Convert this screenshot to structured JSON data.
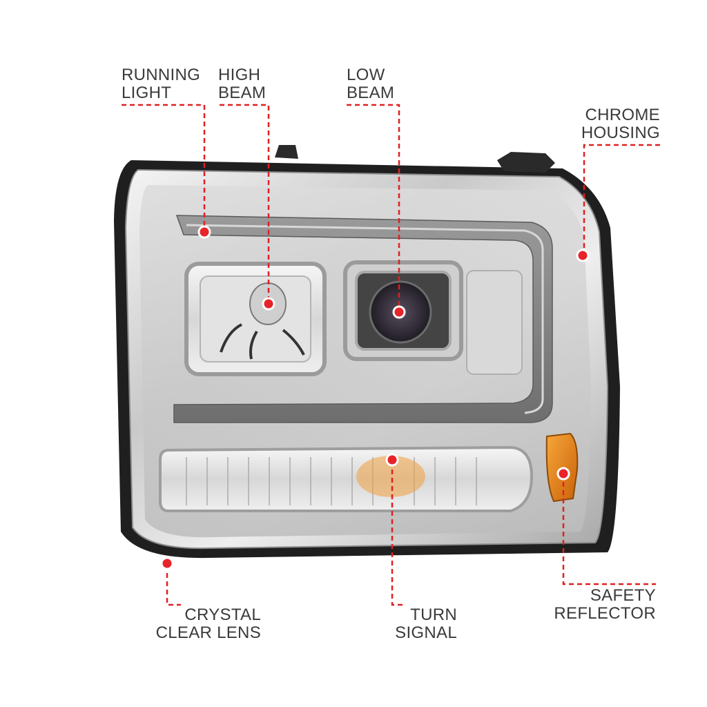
{
  "callouts": {
    "running_light": {
      "line1": "RUNNING",
      "line2": "LIGHT"
    },
    "high_beam": {
      "line1": "HIGH",
      "line2": "BEAM"
    },
    "low_beam": {
      "line1": "LOW",
      "line2": "BEAM"
    },
    "chrome_housing": {
      "line1": "CHROME",
      "line2": "HOUSING"
    },
    "crystal_clear_lens": {
      "line1": "CRYSTAL",
      "line2": "CLEAR LENS"
    },
    "turn_signal": {
      "line1": "TURN",
      "line2": "SIGNAL"
    },
    "safety_reflector": {
      "line1": "SAFETY",
      "line2": "REFLECTOR"
    }
  },
  "colors": {
    "leader_line": "#e02020",
    "marker_fill": "#e8232a",
    "label_text": "#3a3a3a",
    "amber": "#e07a10"
  }
}
